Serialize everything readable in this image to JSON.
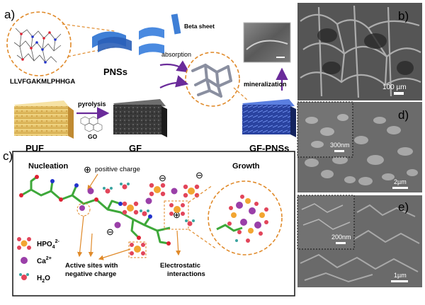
{
  "panel_a": {
    "letter": "a)",
    "peptide_sequence": "LLVFGAKMLPHHGA",
    "beta_sheet_label": "Beta sheet",
    "pns_label": "PNSs",
    "absorption_label": "absorption",
    "mineralization_label": "mineralization",
    "pyrolysis_label": "pyrolysis",
    "go_label": "GO",
    "puf_label": "PUF",
    "gf_label": "GF",
    "gf_pns_label": "GF-PNSs"
  },
  "panel_c": {
    "letter": "c)",
    "nucleation_label": "Nucleation",
    "growth_label": "Growth",
    "positive_charge_label": "positive charge",
    "legend": {
      "phosphate": "HPO",
      "phosphate_sub": "4",
      "phosphate_sup": "2-",
      "calcium": "Ca",
      "calcium_sup": "2+",
      "water": "H",
      "water_sub": "2",
      "water_tail": "O"
    },
    "active_sites_line1": "Active sites with",
    "active_sites_line2": "negative charge",
    "electrostatic_line1": "Electrostatic",
    "electrostatic_line2": "interactions",
    "plus_symbol": "⊕",
    "minus_symbol": "⊖"
  },
  "panel_b": {
    "letter": "b)",
    "scale": "100 µm"
  },
  "panel_d": {
    "letter": "d)",
    "inset_scale": "300nm",
    "scale": "2µm"
  },
  "panel_e": {
    "letter": "e)",
    "inset_scale": "200nm",
    "scale": "1µm"
  },
  "colors": {
    "accent_purple": "#6a2b9a",
    "dashed_orange": "#e08a2a",
    "phosphate_orange": "#f2a531",
    "calcium_purple": "#9a3fa8",
    "oxygen_red": "#e2455a",
    "water_teal": "#3aa4a0",
    "peptide_green": "#3ea83a"
  }
}
